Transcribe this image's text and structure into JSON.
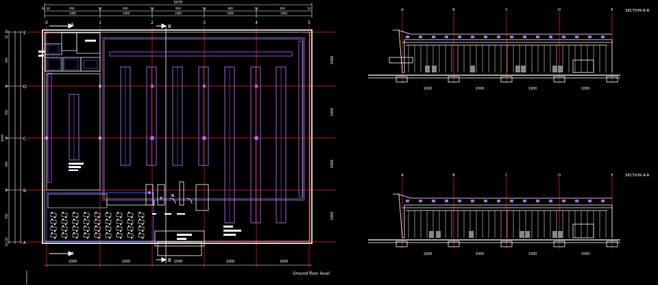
{
  "plan": {
    "title": "Ground floor level",
    "overall_dimension": "5070",
    "top_dim_row1": [
      "10",
      "20",
      "950",
      "50",
      "950",
      "50",
      "950",
      "50",
      "950",
      "50",
      "950",
      "10"
    ],
    "top_dim_row2": [
      "1000",
      "1000",
      "1000",
      "1000",
      "1000"
    ],
    "column_labels": [
      "0",
      "1",
      "2",
      "3",
      "4",
      "5"
    ],
    "row_labels": [
      "E",
      "D",
      "C",
      "B",
      "A"
    ],
    "left_dims": [
      "10",
      "20",
      "950",
      "50",
      "950",
      "50",
      "950",
      "50",
      "950",
      "20",
      "10"
    ],
    "left_total": "4000",
    "right_dims": [
      "1000",
      "1000",
      "1000",
      "1000"
    ],
    "bottom_dims": [
      "1000",
      "1000",
      "1000",
      "1000",
      "1000"
    ],
    "section_cut_labels": [
      "A",
      "B",
      "A",
      "B"
    ]
  },
  "section_bb": {
    "title": "SECTION B-B",
    "axis_labels": [
      "A",
      "B",
      "C",
      "D",
      "E"
    ],
    "dims": [
      "1000",
      "1000",
      "1000",
      "1000"
    ]
  },
  "section_aa": {
    "title": "SECTION A-A",
    "axis_labels": [
      "A",
      "B",
      "C",
      "D",
      "E"
    ],
    "dims": [
      "1000",
      "1000",
      "1000",
      "1000"
    ]
  },
  "colors": {
    "background": "#000000",
    "walls": "#ffffff",
    "furniture": "#b266ff",
    "grid": "#ff1a1a",
    "dimension": "#ffffff",
    "blue": "#3a5cff"
  }
}
